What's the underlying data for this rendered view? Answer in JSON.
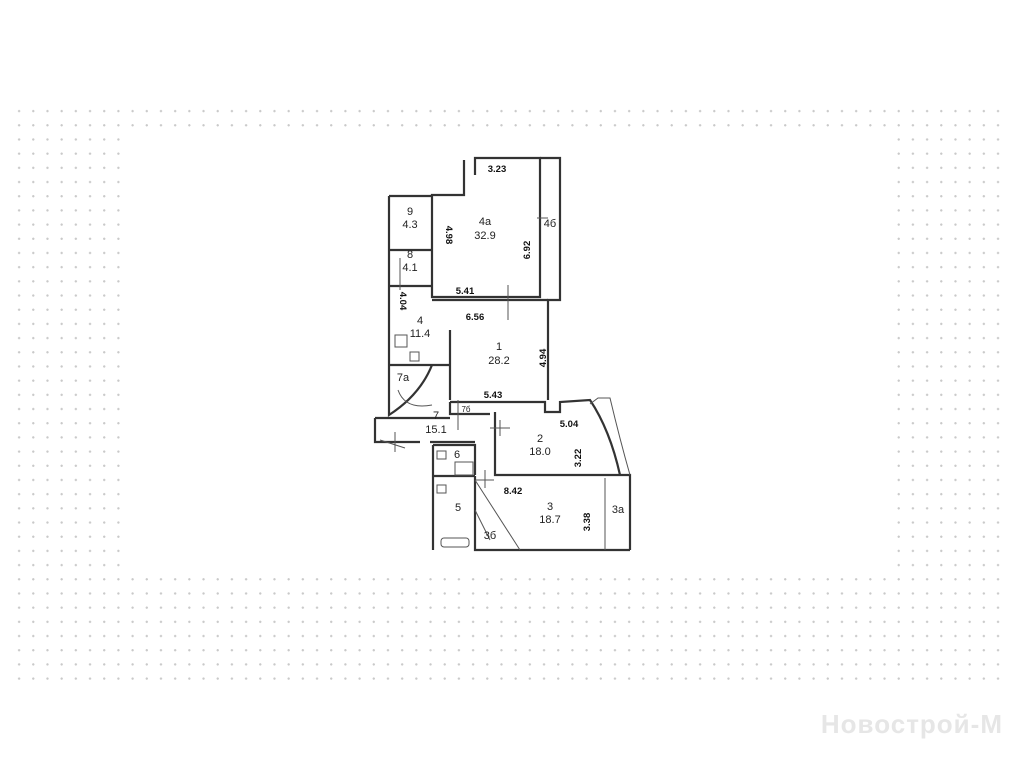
{
  "rooms": [
    {
      "id": "9",
      "area": "4.3"
    },
    {
      "id": "8",
      "area": "4.1"
    },
    {
      "id": "4a",
      "label": "4а",
      "area": "32.9"
    },
    {
      "id": "4b",
      "label": "4б"
    },
    {
      "id": "4",
      "area": "11.4"
    },
    {
      "id": "1",
      "area": "28.2"
    },
    {
      "id": "7a",
      "label": "7а"
    },
    {
      "id": "7b",
      "label": "7б"
    },
    {
      "id": "7",
      "area": "15.1"
    },
    {
      "id": "2",
      "area": "18.0"
    },
    {
      "id": "6",
      "label": "6"
    },
    {
      "id": "5",
      "label": "5"
    },
    {
      "id": "3",
      "area": "18.7"
    },
    {
      "id": "3a",
      "label": "3а"
    },
    {
      "id": "3b",
      "label": "3б"
    }
  ],
  "dimensions": {
    "d323": "3.23",
    "d498": "4.98",
    "d692": "6.92",
    "d541": "5.41",
    "d656": "6.56",
    "d404": "4.04",
    "d494": "4.94",
    "d543": "5.43",
    "d504": "5.04",
    "d322": "3.22",
    "d842": "8.42",
    "d338": "3.38"
  },
  "watermark": "Новострой-М"
}
